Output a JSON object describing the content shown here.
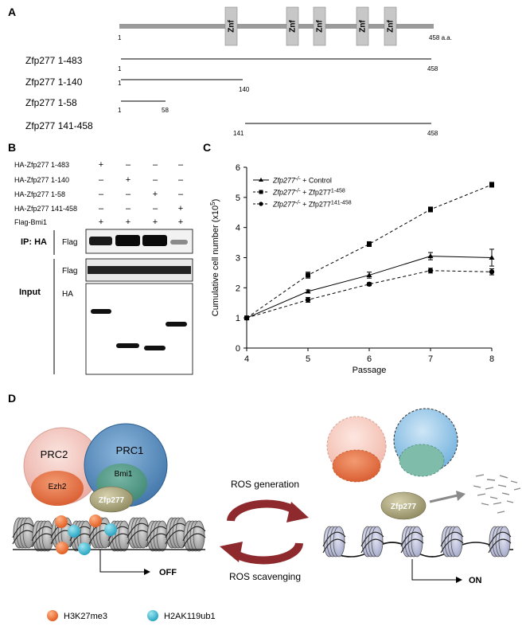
{
  "panel_a": {
    "label": "A",
    "full_start": "1",
    "full_end": "458 a.a.",
    "znf_label": "Znf",
    "constructs": [
      {
        "name": "Zfp277 1-483",
        "start": "1",
        "end": "458"
      },
      {
        "name": "Zfp277 1-140",
        "start": "1",
        "end": "140"
      },
      {
        "name": "Zfp277 1-58",
        "start": "1",
        "end": "58"
      },
      {
        "name": "Zfp277 141-458",
        "start": "141",
        "end": "458"
      }
    ]
  },
  "panel_b": {
    "label": "B",
    "rows": [
      {
        "name": "HA-Zfp277 1-483",
        "marks": [
          "+",
          "–",
          "–",
          "–"
        ]
      },
      {
        "name": "HA-Zfp277 1-140",
        "marks": [
          "–",
          "+",
          "–",
          "–"
        ]
      },
      {
        "name": "HA-Zfp277 1-58",
        "marks": [
          "–",
          "–",
          "+",
          "–"
        ]
      },
      {
        "name": "HA-Zfp277 141-458",
        "marks": [
          "–",
          "–",
          "–",
          "+"
        ]
      },
      {
        "name": "Flag-Bmi1",
        "marks": [
          "+",
          "+",
          "+",
          "+"
        ]
      }
    ],
    "ip_label": "IP: HA",
    "input_label": "Input",
    "blot_flag_ip": "Flag",
    "blot_flag_input": "Flag",
    "blot_ha": "HA"
  },
  "panel_c": {
    "label": "C",
    "chart_data": {
      "type": "line",
      "xlabel": "Passage",
      "ylabel": "Cumulative cell number (x10",
      "ylabel_sup": "5",
      "ylabel_end": ")",
      "x": [
        4,
        5,
        6,
        7,
        8
      ],
      "xlim": [
        4,
        8
      ],
      "ylim": [
        0,
        6
      ],
      "y_ticks": [
        "0",
        "1",
        "2",
        "3",
        "4",
        "5",
        "6"
      ],
      "x_ticks": [
        "4",
        "5",
        "6",
        "7",
        "8"
      ],
      "legend_position": "top-left",
      "series": [
        {
          "name_italic": "Zfp277",
          "name_sup": "-/-",
          "name_rest": " + Control",
          "name_rest_sup": "",
          "marker": "triangle",
          "dash": "solid",
          "values": [
            1.0,
            1.88,
            2.42,
            3.05,
            3.0
          ],
          "errors": [
            0,
            0.05,
            0.1,
            0.12,
            0.28
          ]
        },
        {
          "name_italic": "Zfp277",
          "name_sup": "-/-",
          "name_rest": " + Zfp277",
          "name_rest_sup": "1-458",
          "marker": "square",
          "dash": "dashed",
          "values": [
            1.0,
            2.42,
            3.45,
            4.6,
            5.42
          ],
          "errors": [
            0,
            0.1,
            0.08,
            0.08,
            0.08
          ]
        },
        {
          "name_italic": "Zfp277",
          "name_sup": "-/-",
          "name_rest": " + Zfp277",
          "name_rest_sup": "141-458",
          "marker": "circle",
          "dash": "dashed",
          "values": [
            1.0,
            1.6,
            2.12,
            2.57,
            2.53
          ],
          "errors": [
            0,
            0.08,
            0.05,
            0.08,
            0.1
          ]
        }
      ]
    }
  },
  "panel_d": {
    "label": "D",
    "prc2": "PRC2",
    "prc1": "PRC1",
    "ezh2": "Ezh2",
    "bmi1": "Bmi1",
    "zfp277_left": "Zfp277",
    "zfp277_right": "Zfp277",
    "ros_generation": "ROS generation",
    "ros_scavenging": "ROS scavenging",
    "off": "OFF",
    "on": "ON",
    "legend_h3k27me3": "H3K27me3",
    "legend_h2ak119ub1": "H2AK119ub1",
    "colors": {
      "orange": "#e8733a",
      "cyan": "#3bb8d0",
      "red_arrow": "#8e2a2e",
      "prc2_fill": "#f3c4bd",
      "prc1_fill": "#5b8fc0",
      "zfp277_fill": "#b6b08a"
    }
  }
}
